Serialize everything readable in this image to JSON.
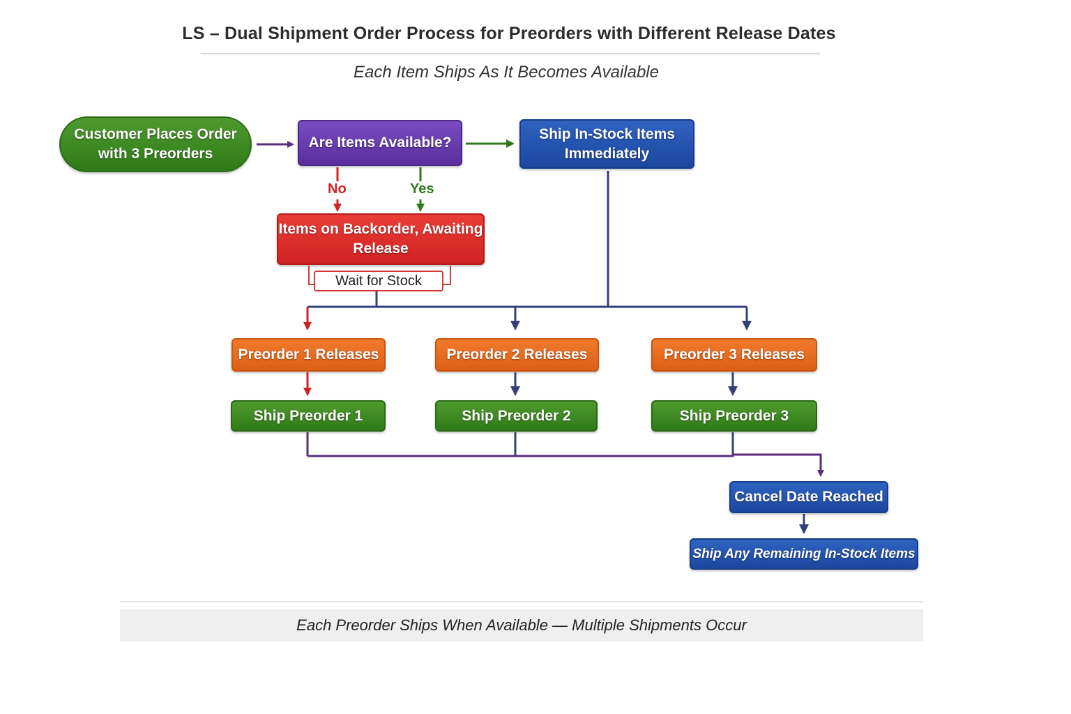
{
  "header": {
    "title": "LS – Dual Shipment Order Process for Preorders with Different Release Dates",
    "subtitle": "Each Item Ships As It Becomes Available"
  },
  "nodes": {
    "start": "Customer Places Order with 3 Preorders",
    "decision": "Are Items Available?",
    "ship_instock": "Ship In-Stock Items Immediately",
    "backorder": "Items on Backorder, Awaiting Release",
    "wait": "Wait for Stock",
    "release1": "Preorder 1 Releases",
    "release2": "Preorder 2 Releases",
    "release3": "Preorder 3 Releases",
    "ship1": "Ship Preorder 1",
    "ship2": "Ship Preorder 2",
    "ship3": "Ship Preorder 3",
    "cancel": "Cancel Date Reached",
    "remaining": "Ship Any Remaining In-Stock Items"
  },
  "labels": {
    "no": "No",
    "yes": "Yes"
  },
  "footer": {
    "text": "Each Preorder Ships When Available — Multiple Shipments Occur"
  },
  "colors": {
    "green": "#2f7a18",
    "purple": "#5a2e9e",
    "blue": "#1c479e",
    "red": "#cf2222",
    "orange": "#de5f16",
    "navy_line": "#33407a",
    "purple_line": "#5a2e7a"
  }
}
